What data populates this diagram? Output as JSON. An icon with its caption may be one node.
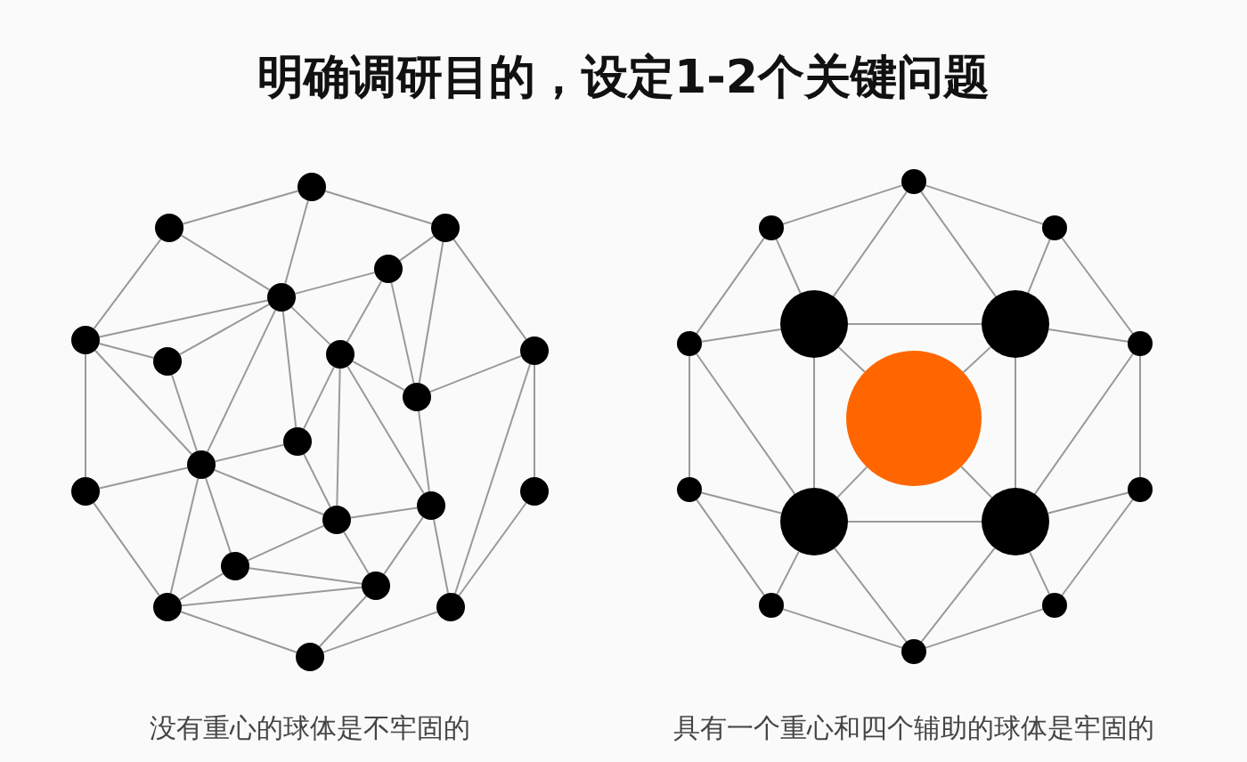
{
  "diagram": {
    "title": "明确调研目的，设定1-2个关键问题",
    "nodes": [
      {
        "text": [],
        "shape": "circle"
      },
      {
        "text": [],
        "shape": "circle"
      },
      {
        "text": [],
        "shape": "circle"
      },
      {
        "text": [],
        "shape": "circle"
      },
      {
        "text": [],
        "shape": "circle"
      },
      {
        "text": [],
        "shape": "circle"
      },
      {
        "text": [],
        "shape": "circle"
      },
      {
        "text": [],
        "shape": "circle"
      },
      {
        "text": [],
        "shape": "circle"
      },
      {
        "text": [],
        "shape": "circle"
      },
      {
        "text": [],
        "shape": "circle"
      },
      {
        "text": [],
        "shape": "circle"
      },
      {
        "text": [],
        "shape": "circle"
      },
      {
        "text": [],
        "shape": "circle"
      },
      {
        "text": [],
        "shape": "circle"
      },
      {
        "text": [],
        "shape": "circle"
      },
      {
        "text": [],
        "shape": "circle"
      },
      {
        "text": [],
        "shape": "circle"
      },
      {
        "text": [],
        "shape": "circle"
      },
      {
        "text": [],
        "shape": "circle"
      },
      {
        "text": [],
        "shape": "circle"
      },
      {
        "text": [],
        "shape": "circle"
      },
      {
        "text": [],
        "shape": "circle"
      },
      {
        "text": [],
        "shape": "circle"
      },
      {
        "text": [],
        "shape": "circle"
      },
      {
        "text": [],
        "shape": "circle"
      },
      {
        "text": [],
        "shape": "circle"
      },
      {
        "text": [],
        "shape": "circle"
      },
      {
        "text": [],
        "shape": "circle"
      },
      {
        "text": [],
        "shape": "circle"
      },
      {
        "text": [],
        "shape": "circle"
      },
      {
        "text": [],
        "shape": "circle"
      },
      {
        "text": [],
        "shape": "circle"
      },
      {
        "text": [],
        "shape": "circle"
      },
      {
        "text": [],
        "shape": "circle"
      },
      {
        "text": [],
        "shape": "circle"
      }
    ],
    "edges": [
      {
        "from": 0,
        "to": 1,
        "arrow": "none"
      },
      {
        "from": 0,
        "to": 2,
        "arrow": "none"
      },
      {
        "from": 0,
        "to": 4,
        "arrow": "none"
      },
      {
        "from": 1,
        "to": 4,
        "arrow": "none"
      },
      {
        "from": 1,
        "to": 5,
        "arrow": "none"
      },
      {
        "from": 2,
        "to": 3,
        "arrow": "none"
      },
      {
        "from": 2,
        "to": 9,
        "arrow": "none"
      },
      {
        "from": 2,
        "to": 6,
        "arrow": "none"
      },
      {
        "from": 3,
        "to": 4,
        "arrow": "none"
      },
      {
        "from": 3,
        "to": 8,
        "arrow": "none"
      },
      {
        "from": 3,
        "to": 9,
        "arrow": "none"
      },
      {
        "from": 4,
        "to": 5,
        "arrow": "none"
      },
      {
        "from": 4,
        "to": 7,
        "arrow": "none"
      },
      {
        "from": 4,
        "to": 8,
        "arrow": "none"
      },
      {
        "from": 4,
        "to": 10,
        "arrow": "none"
      },
      {
        "from": 4,
        "to": 11,
        "arrow": "none"
      },
      {
        "from": 5,
        "to": 7,
        "arrow": "none"
      },
      {
        "from": 5,
        "to": 11,
        "arrow": "none"
      },
      {
        "from": 5,
        "to": 12,
        "arrow": "none"
      },
      {
        "from": 6,
        "to": 9,
        "arrow": "none"
      },
      {
        "from": 6,
        "to": 13,
        "arrow": "none"
      },
      {
        "from": 6,
        "to": 19,
        "arrow": "none"
      },
      {
        "from": 7,
        "to": 11,
        "arrow": "none"
      },
      {
        "from": 8,
        "to": 9,
        "arrow": "none"
      },
      {
        "from": 8,
        "to": 10,
        "arrow": "none"
      },
      {
        "from": 8,
        "to": 15,
        "arrow": "none"
      },
      {
        "from": 8,
        "to": 14,
        "arrow": "none"
      },
      {
        "from": 9,
        "to": 14,
        "arrow": "none"
      },
      {
        "from": 10,
        "to": 11,
        "arrow": "none"
      },
      {
        "from": 10,
        "to": 15,
        "arrow": "none"
      },
      {
        "from": 11,
        "to": 15,
        "arrow": "none"
      },
      {
        "from": 11,
        "to": 12,
        "arrow": "none"
      },
      {
        "from": 11,
        "to": 16,
        "arrow": "none"
      },
      {
        "from": 11,
        "to": 18,
        "arrow": "none"
      },
      {
        "from": 12,
        "to": 18,
        "arrow": "none"
      },
      {
        "from": 13,
        "to": 19,
        "arrow": "none"
      },
      {
        "from": 14,
        "to": 15,
        "arrow": "none"
      },
      {
        "from": 14,
        "to": 17,
        "arrow": "none"
      },
      {
        "from": 14,
        "to": 19,
        "arrow": "none"
      },
      {
        "from": 15,
        "to": 16,
        "arrow": "none"
      },
      {
        "from": 15,
        "to": 17,
        "arrow": "none"
      },
      {
        "from": 16,
        "to": 18,
        "arrow": "none"
      },
      {
        "from": 16,
        "to": 17,
        "arrow": "none"
      },
      {
        "from": 17,
        "to": 18,
        "arrow": "none"
      },
      {
        "from": 17,
        "to": 20,
        "arrow": "none"
      },
      {
        "from": 18,
        "to": 20,
        "arrow": "none"
      },
      {
        "from": 19,
        "to": 20,
        "arrow": "none"
      },
      {
        "from": 21,
        "to": 22,
        "arrow": "none"
      },
      {
        "from": 21,
        "to": 23,
        "arrow": "none"
      },
      {
        "from": 21,
        "to": 24,
        "arrow": "none"
      },
      {
        "from": 21,
        "to": 25,
        "arrow": "none"
      },
      {
        "from": 22,
        "to": 24,
        "arrow": "none"
      },
      {
        "from": 22,
        "to": 26,
        "arrow": "none"
      },
      {
        "from": 23,
        "to": 25,
        "arrow": "none"
      },
      {
        "from": 23,
        "to": 27,
        "arrow": "none"
      },
      {
        "from": 24,
        "to": 25,
        "arrow": "none"
      },
      {
        "from": 24,
        "to": 26,
        "arrow": "none"
      },
      {
        "from": 24,
        "to": 28,
        "arrow": "none"
      },
      {
        "from": 24,
        "to": 31,
        "arrow": "none"
      },
      {
        "from": 25,
        "to": 27,
        "arrow": "none"
      },
      {
        "from": 25,
        "to": 28,
        "arrow": "none"
      },
      {
        "from": 25,
        "to": 32,
        "arrow": "none"
      },
      {
        "from": 26,
        "to": 29,
        "arrow": "none"
      },
      {
        "from": 26,
        "to": 31,
        "arrow": "none"
      },
      {
        "from": 27,
        "to": 30,
        "arrow": "none"
      },
      {
        "from": 27,
        "to": 32,
        "arrow": "none"
      },
      {
        "from": 28,
        "to": 31,
        "arrow": "none"
      },
      {
        "from": 28,
        "to": 32,
        "arrow": "none"
      },
      {
        "from": 29,
        "to": 31,
        "arrow": "none"
      },
      {
        "from": 29,
        "to": 33,
        "arrow": "none"
      },
      {
        "from": 30,
        "to": 32,
        "arrow": "none"
      },
      {
        "from": 30,
        "to": 34,
        "arrow": "none"
      },
      {
        "from": 31,
        "to": 32,
        "arrow": "none"
      },
      {
        "from": 31,
        "to": 33,
        "arrow": "none"
      },
      {
        "from": 31,
        "to": 35,
        "arrow": "none"
      },
      {
        "from": 32,
        "to": 34,
        "arrow": "none"
      },
      {
        "from": 32,
        "to": 35,
        "arrow": "none"
      },
      {
        "from": 33,
        "to": 35,
        "arrow": "none"
      },
      {
        "from": 34,
        "to": 35,
        "arrow": "none"
      }
    ],
    "labels": [
      "没有重心的球体是不牢固的",
      "具有一个重心和四个辅助的球体是牢固的"
    ]
  }
}
